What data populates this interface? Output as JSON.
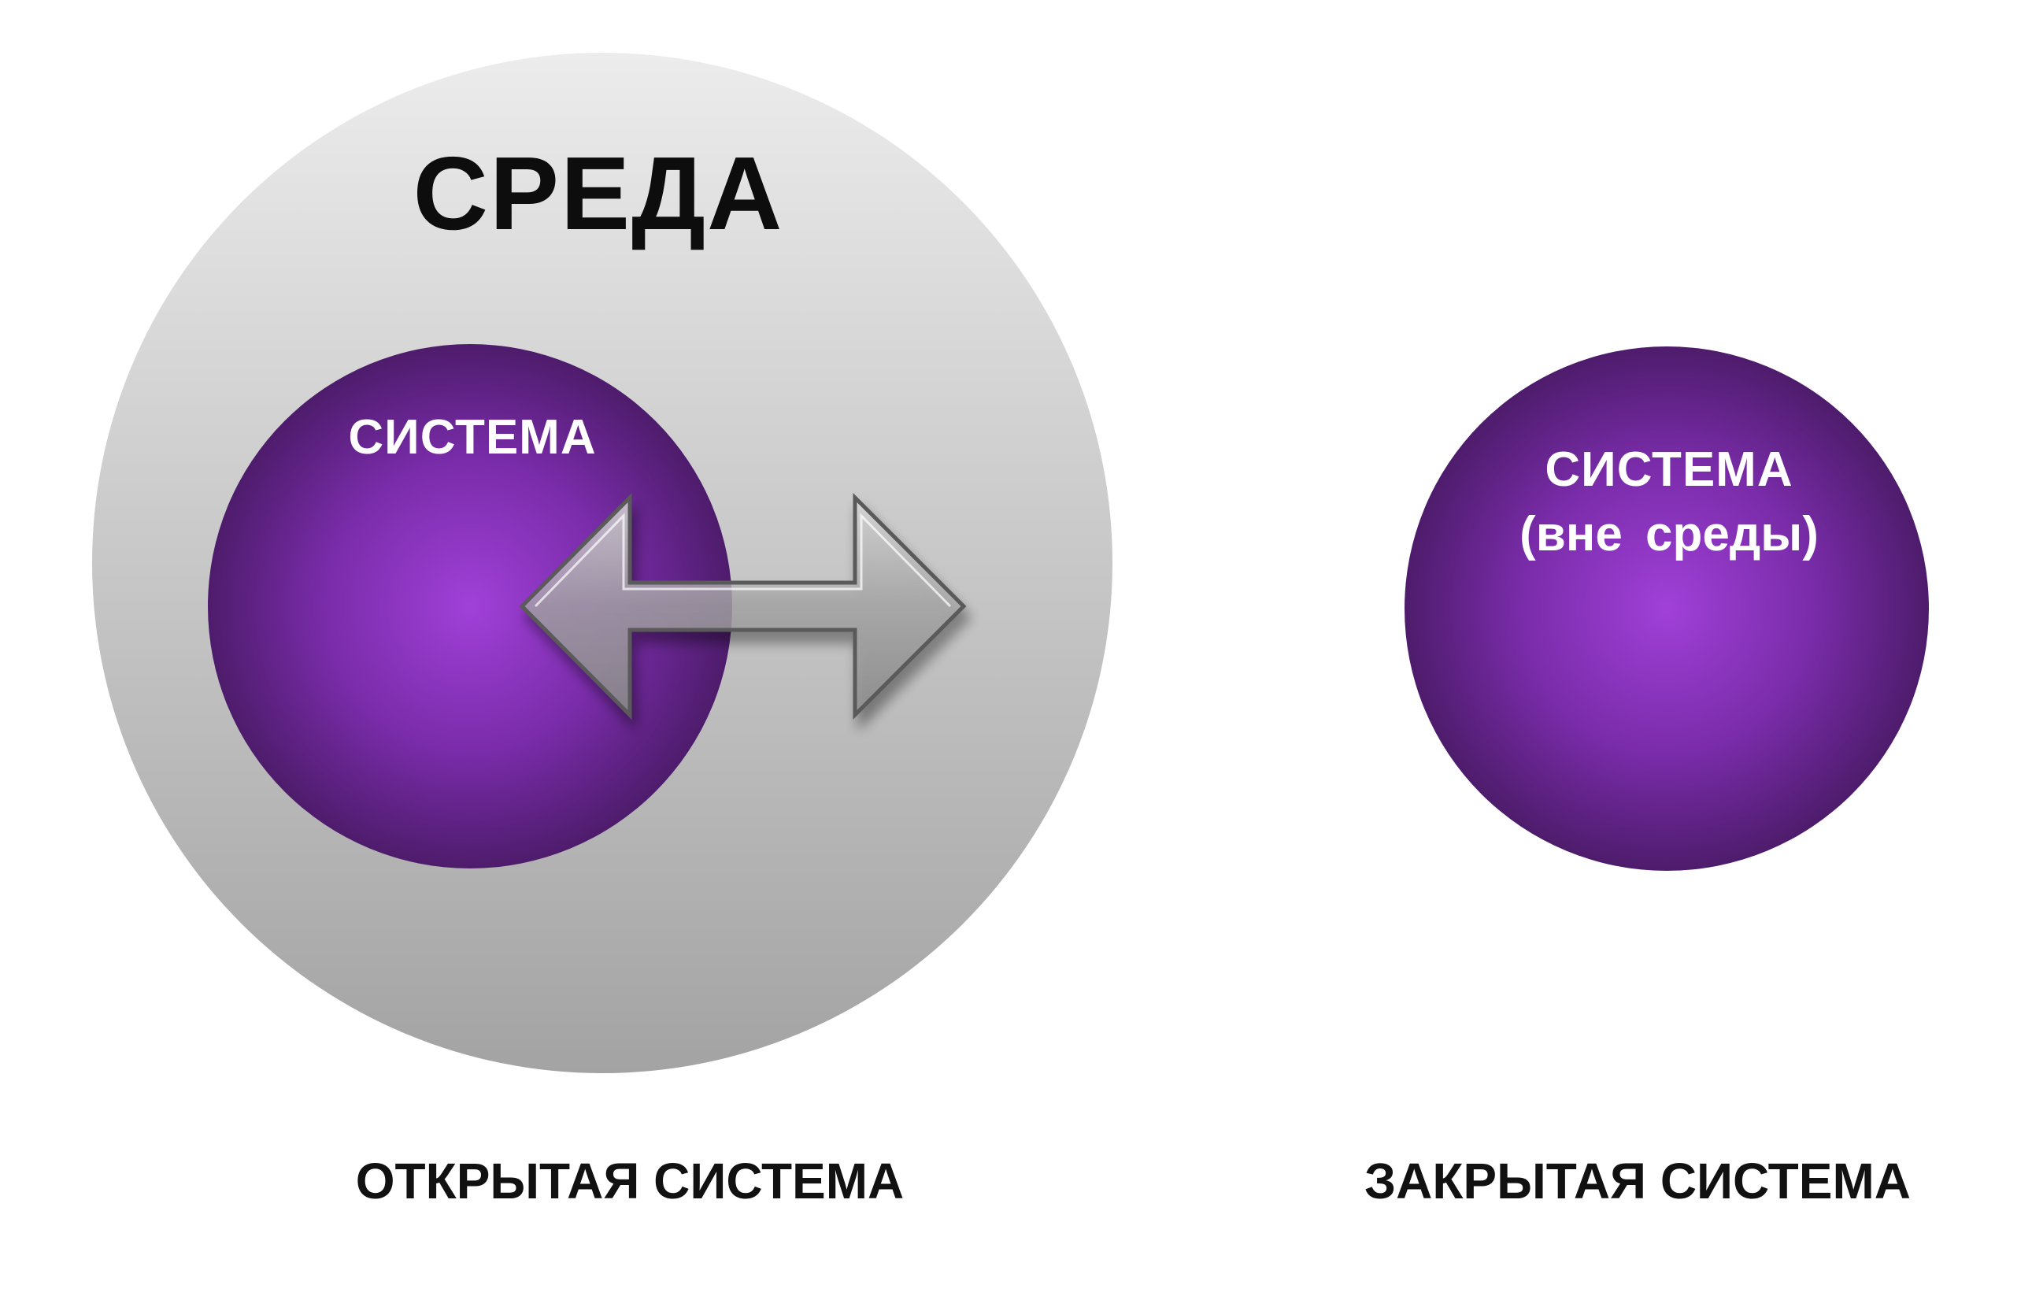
{
  "environment": {
    "label": "СРЕДА",
    "fill_light": "#ececec",
    "fill_dark": "#a3a3a3"
  },
  "open_system": {
    "system_label": "СИСТЕМА",
    "caption": "ОТКРЫТАЯ СИСТЕМА"
  },
  "closed_system": {
    "system_label": "СИСТЕМА",
    "system_sublabel": "(вне среды)",
    "caption": "ЗАКРЫТАЯ СИСТЕМА"
  },
  "exchange_arrow": {
    "icon": "double-arrow-icon",
    "direction": "bidirectional"
  },
  "colors": {
    "system_center": "#a040d8",
    "system_edge": "#4e1c6c",
    "label_text": "#ffffff",
    "caption_text": "#111111"
  }
}
